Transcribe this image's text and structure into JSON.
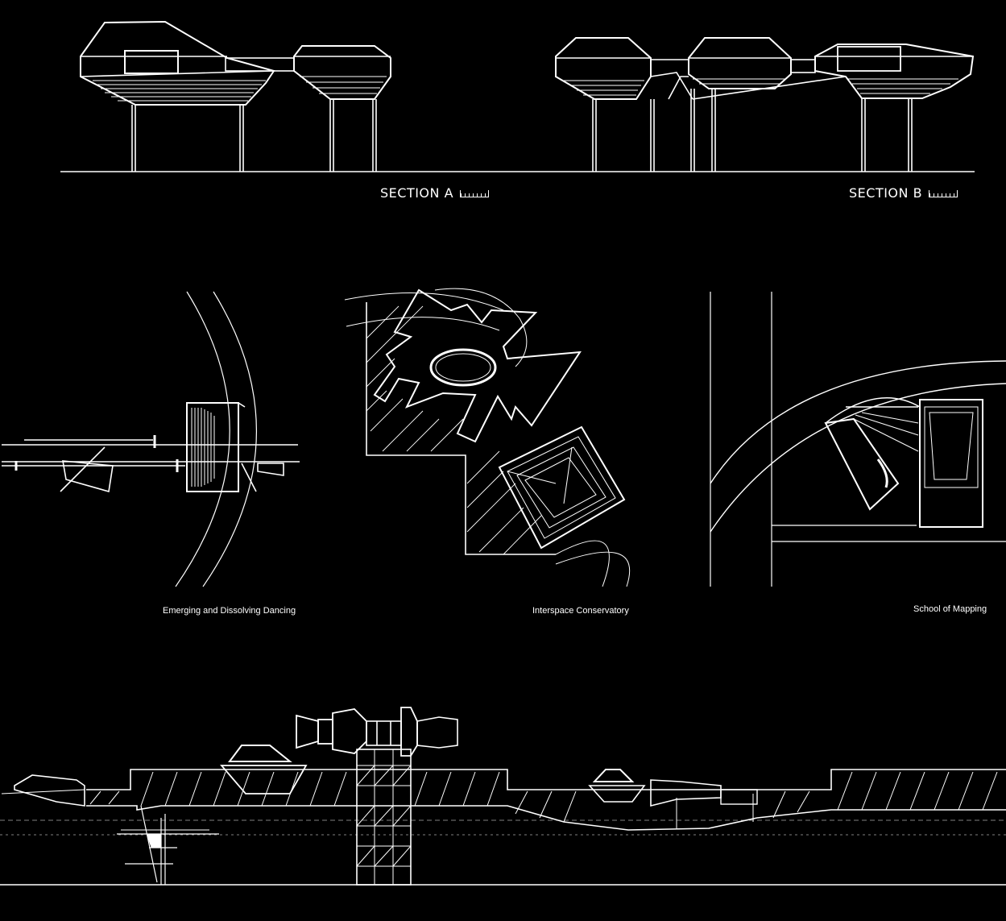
{
  "sections": {
    "a": {
      "label": "SECTION A"
    },
    "b": {
      "label": "SECTION B"
    }
  },
  "plans": [
    {
      "caption": "Emerging and Dissolving Dancing"
    },
    {
      "caption": "Interspace Conservatory"
    },
    {
      "caption": "School of Mapping"
    }
  ],
  "colors": {
    "background": "#000000",
    "line": "#ffffff"
  }
}
